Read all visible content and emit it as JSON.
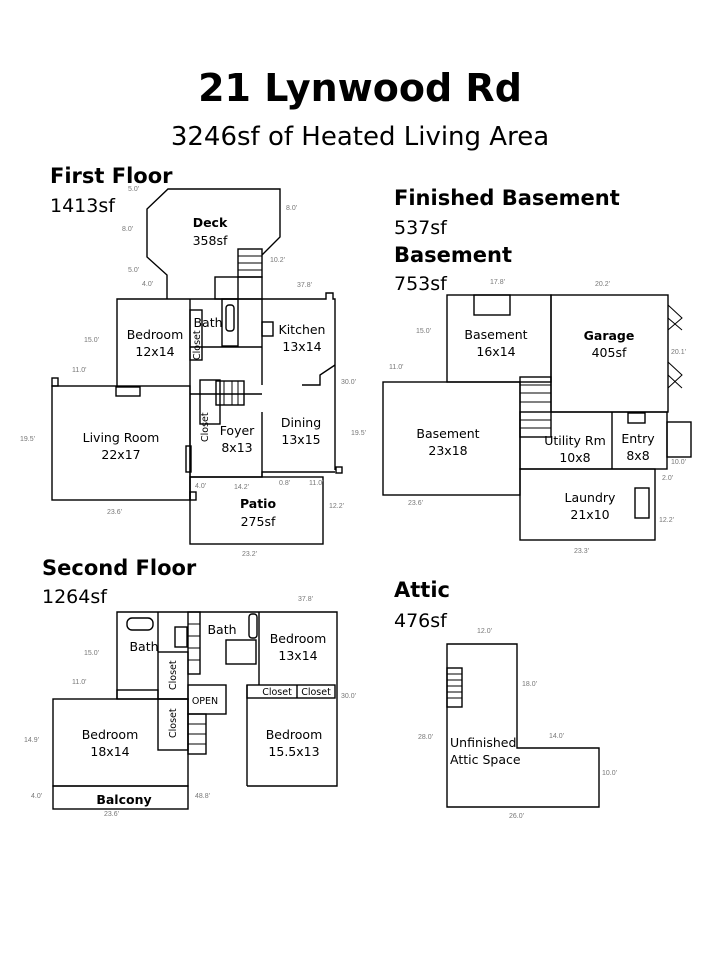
{
  "header": {
    "title": "21 Lynwood Rd",
    "subtitle": "3246sf of Heated Living Area"
  },
  "first_floor": {
    "heading": "First Floor",
    "area": "1413sf",
    "rooms": {
      "deck": {
        "name": "Deck",
        "size": "358sf"
      },
      "bedroom": {
        "name": "Bedroom",
        "size": "12x14"
      },
      "bath": {
        "name": "Bath"
      },
      "closet1": {
        "name": "Closet"
      },
      "kitchen": {
        "name": "Kitchen",
        "size": "13x14"
      },
      "living": {
        "name": "Living Room",
        "size": "22x17"
      },
      "closet2": {
        "name": "Closet"
      },
      "foyer": {
        "name": "Foyer",
        "size": "8x13"
      },
      "dining": {
        "name": "Dining",
        "size": "13x15"
      },
      "patio": {
        "name": "Patio",
        "size": "275sf"
      }
    },
    "dims": [
      "5.0'",
      "8.0'",
      "8.0'",
      "10.2'",
      "5.0'",
      "4.0'",
      "37.8'",
      "15.0'",
      "11.0'",
      "30.0'",
      "19.5'",
      "19.5'",
      "4.0'",
      "14.2'",
      "0.8'",
      "11.0'",
      "12.2'",
      "23.6'",
      "23.2'"
    ]
  },
  "basement": {
    "finished_heading": "Finished Basement",
    "finished_area": "537sf",
    "heading": "Basement",
    "area": "753sf",
    "rooms": {
      "basement1": {
        "name": "Basement",
        "size": "16x14"
      },
      "garage": {
        "name": "Garage",
        "size": "405sf"
      },
      "basement2": {
        "name": "Basement",
        "size": "23x18"
      },
      "utility": {
        "name": "Utility Rm",
        "size": "10x8"
      },
      "entry": {
        "name": "Entry",
        "size": "8x8"
      },
      "laundry": {
        "name": "Laundry",
        "size": "21x10"
      }
    },
    "dims": [
      "17.8'",
      "20.2'",
      "15.0'",
      "11.0'",
      "20.1'",
      "10.0'",
      "2.0'",
      "23.6'",
      "12.2'",
      "23.3'"
    ]
  },
  "second_floor": {
    "heading": "Second Floor",
    "area": "1264sf",
    "rooms": {
      "bath1": {
        "name": "Bath"
      },
      "bath2": {
        "name": "Bath"
      },
      "bedroom1": {
        "name": "Bedroom",
        "size": "13x14"
      },
      "closet1": {
        "name": "Closet"
      },
      "closet2": {
        "name": "Closet"
      },
      "closet3": {
        "name": "Closet"
      },
      "closet4": {
        "name": "Closet"
      },
      "open": {
        "name": "OPEN"
      },
      "bedroom2": {
        "name": "Bedroom",
        "size": "18x14"
      },
      "bedroom3": {
        "name": "Bedroom",
        "size": "15.5x13"
      },
      "balcony": {
        "name": "Balcony"
      }
    },
    "dims": [
      "37.8'",
      "15.0'",
      "11.0'",
      "30.0'",
      "14.9'",
      "4.0'",
      "48.8'",
      "23.6'"
    ]
  },
  "attic": {
    "heading": "Attic",
    "area": "476sf",
    "rooms": {
      "attic": {
        "line1": "Unfinished",
        "line2": "Attic Space"
      }
    },
    "dims": [
      "12.0'",
      "18.0'",
      "28.0'",
      "14.0'",
      "10.0'",
      "26.0'"
    ]
  }
}
